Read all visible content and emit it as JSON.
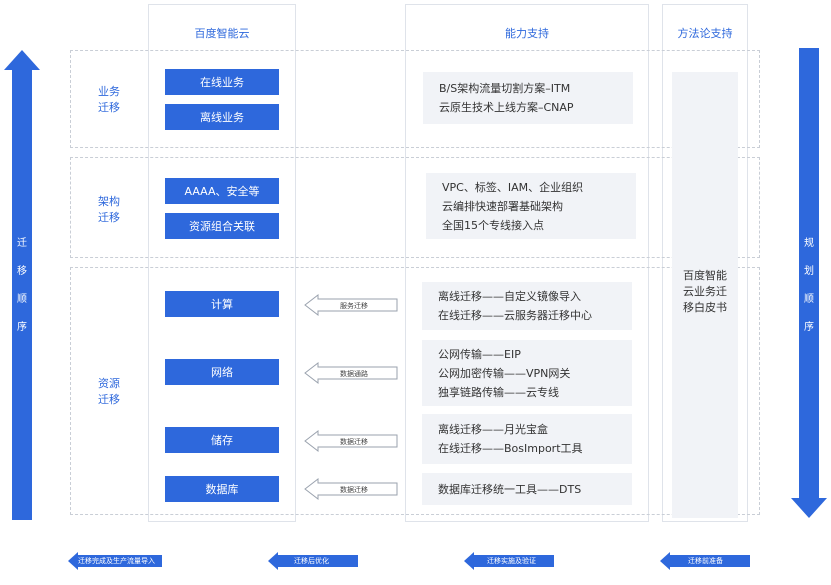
{
  "columns": {
    "baidu_cloud": "百度智能云",
    "capability": "能力支持",
    "methodology": "方法论支持"
  },
  "bands": {
    "business": {
      "label_line1": "业务",
      "label_line2": "迁移"
    },
    "architecture": {
      "label_line1": "架构",
      "label_line2": "迁移"
    },
    "resource": {
      "label_line1": "资源",
      "label_line2": "迁移"
    }
  },
  "buttons": {
    "online_business": "在线业务",
    "offline_business": "离线业务",
    "aaaa_security": "AAAA、安全等",
    "resource_combo": "资源组合关联",
    "compute": "计算",
    "network": "网络",
    "storage": "储存",
    "database": "数据库"
  },
  "capability_boxes": {
    "business": [
      "B/S架构流量切割方案–ITM",
      "云原生技术上线方案–CNAP"
    ],
    "architecture": [
      "VPC、标签、IAM、企业组织",
      "云编排快速部署基础架构",
      "全国15个专线接入点"
    ],
    "compute": [
      "离线迁移——自定义镜像导入",
      "在线迁移——云服务器迁移中心"
    ],
    "network": [
      "公网传输——EIP",
      "公网加密传输——VPN网关",
      "独享链路传输——云专线"
    ],
    "storage": [
      "离线迁移——月光宝盒",
      "在线迁移——BosImport工具"
    ],
    "database": [
      "数据库迁移统一工具——DTS"
    ]
  },
  "flow_arrows": {
    "compute": "服务迁移",
    "network": "数据通路",
    "storage": "数据迁移",
    "database": "数据迁移"
  },
  "methodology_text": [
    "百度智能",
    "云业务迁",
    "移白皮书"
  ],
  "left_bar": [
    "迁",
    "移",
    "顺",
    "序"
  ],
  "right_bar": [
    "规",
    "划",
    "顺",
    "序"
  ],
  "bottom_arrows": {
    "a1": "迁移完成及生产流量导入",
    "a2": "迁移后优化",
    "a3": "迁移实施及验证",
    "a4": "迁移前准备"
  },
  "colors": {
    "accent": "#2e68dc",
    "panel_bg": "#f1f3f7"
  }
}
